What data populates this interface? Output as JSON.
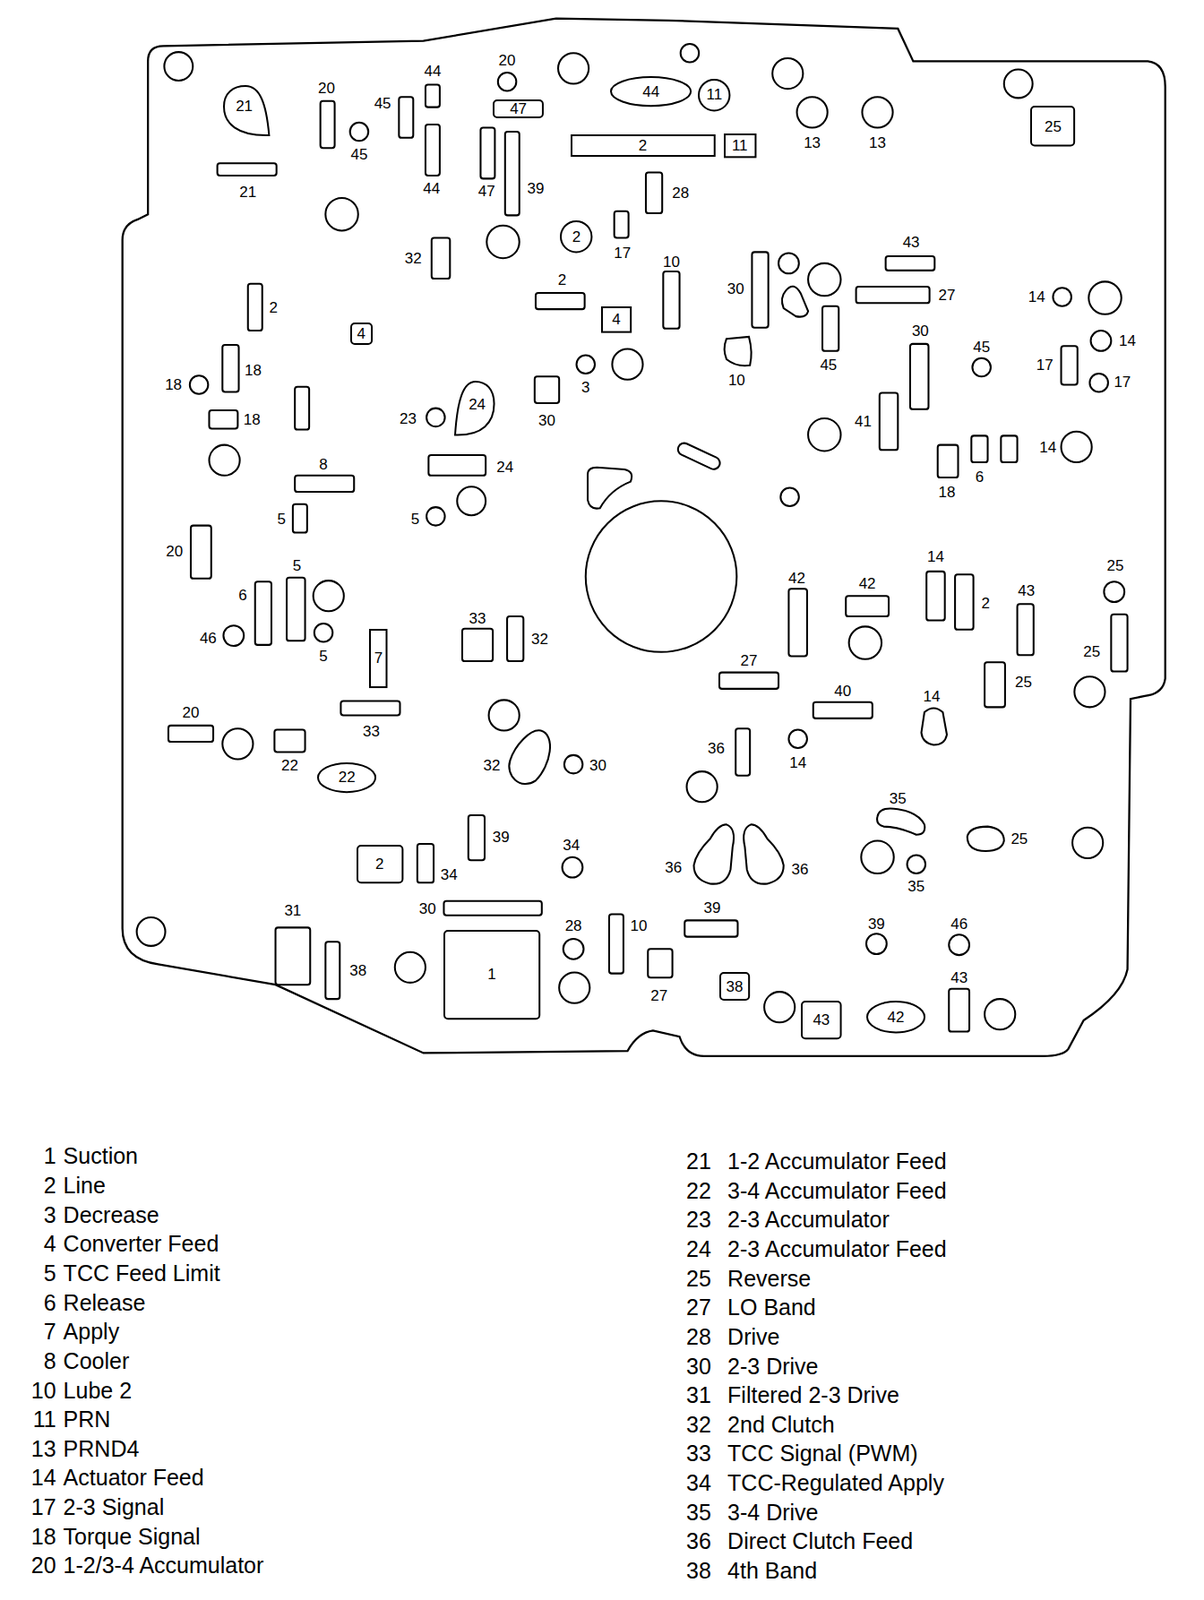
{
  "diagram": {
    "nodes": [
      {
        "text": [
          "44"
        ]
      },
      {
        "text": [
          "11"
        ]
      },
      {
        "text": [
          "47"
        ]
      },
      {
        "text": [
          "21"
        ]
      },
      {
        "text": [
          "25"
        ]
      },
      {
        "text": [
          "2"
        ]
      },
      {
        "text": [
          "11"
        ]
      },
      {
        "text": [
          "2"
        ]
      },
      {
        "text": [
          "4"
        ]
      },
      {
        "text": [
          "4"
        ]
      },
      {
        "text": [
          "24"
        ]
      },
      {
        "text": [
          "7"
        ]
      },
      {
        "text": [
          "22"
        ]
      },
      {
        "text": [
          "2"
        ]
      },
      {
        "text": [
          "1"
        ]
      },
      {
        "text": [
          "38"
        ]
      },
      {
        "text": [
          "42"
        ]
      },
      {
        "text": [
          "43"
        ]
      }
    ],
    "labels": [
      "21",
      "20",
      "45",
      "45",
      "44",
      "44",
      "20",
      "47",
      "39",
      "13",
      "13",
      "28",
      "17",
      "32",
      "2",
      "2",
      "10",
      "30",
      "45",
      "43",
      "27",
      "14",
      "14",
      "17",
      "17",
      "18",
      "18",
      "18",
      "23",
      "8",
      "24",
      "5",
      "5",
      "3",
      "30",
      "10",
      "30",
      "45",
      "41",
      "18",
      "6",
      "14",
      "20",
      "6",
      "5",
      "5",
      "46",
      "33",
      "32",
      "33",
      "20",
      "22",
      "32",
      "30",
      "42",
      "42",
      "14",
      "2",
      "43",
      "25",
      "25",
      "25",
      "27",
      "40",
      "14",
      "36",
      "14",
      "35",
      "25",
      "35",
      "39",
      "34",
      "34",
      "36",
      "36",
      "31",
      "38",
      "30",
      "28",
      "10",
      "27",
      "39",
      "39",
      "46",
      "43",
      "1",
      "Suction",
      "2",
      "Line",
      "3",
      "Decrease",
      "4",
      "Converter Feed",
      "5",
      "TCC Feed Limit",
      "6",
      "Release",
      "7",
      "Apply",
      "8",
      "Cooler",
      "10",
      "Lube 2",
      "11",
      "PRN",
      "13",
      "PRND4",
      "14",
      "Actuator Feed",
      "17",
      "2-3 Signal",
      "18",
      "Torque Signal",
      "20",
      "1-2/3-4 Accumulator",
      "21",
      "1-2 Accumulator Feed",
      "22",
      "3-4 Accumulator Feed",
      "23",
      "2-3 Accumulator",
      "24",
      "2-3 Accumulator Feed",
      "25",
      "Reverse",
      "27",
      "LO Band",
      "28",
      "Drive",
      "30",
      "2-3 Drive",
      "31",
      "Filtered 2-3 Drive",
      "32",
      "2nd Clutch",
      "33",
      "TCC Signal (PWM)",
      "34",
      "TCC-Regulated Apply",
      "35",
      "3-4 Drive",
      "36",
      "Direct Clutch Feed",
      "38",
      "4th Band"
    ]
  }
}
